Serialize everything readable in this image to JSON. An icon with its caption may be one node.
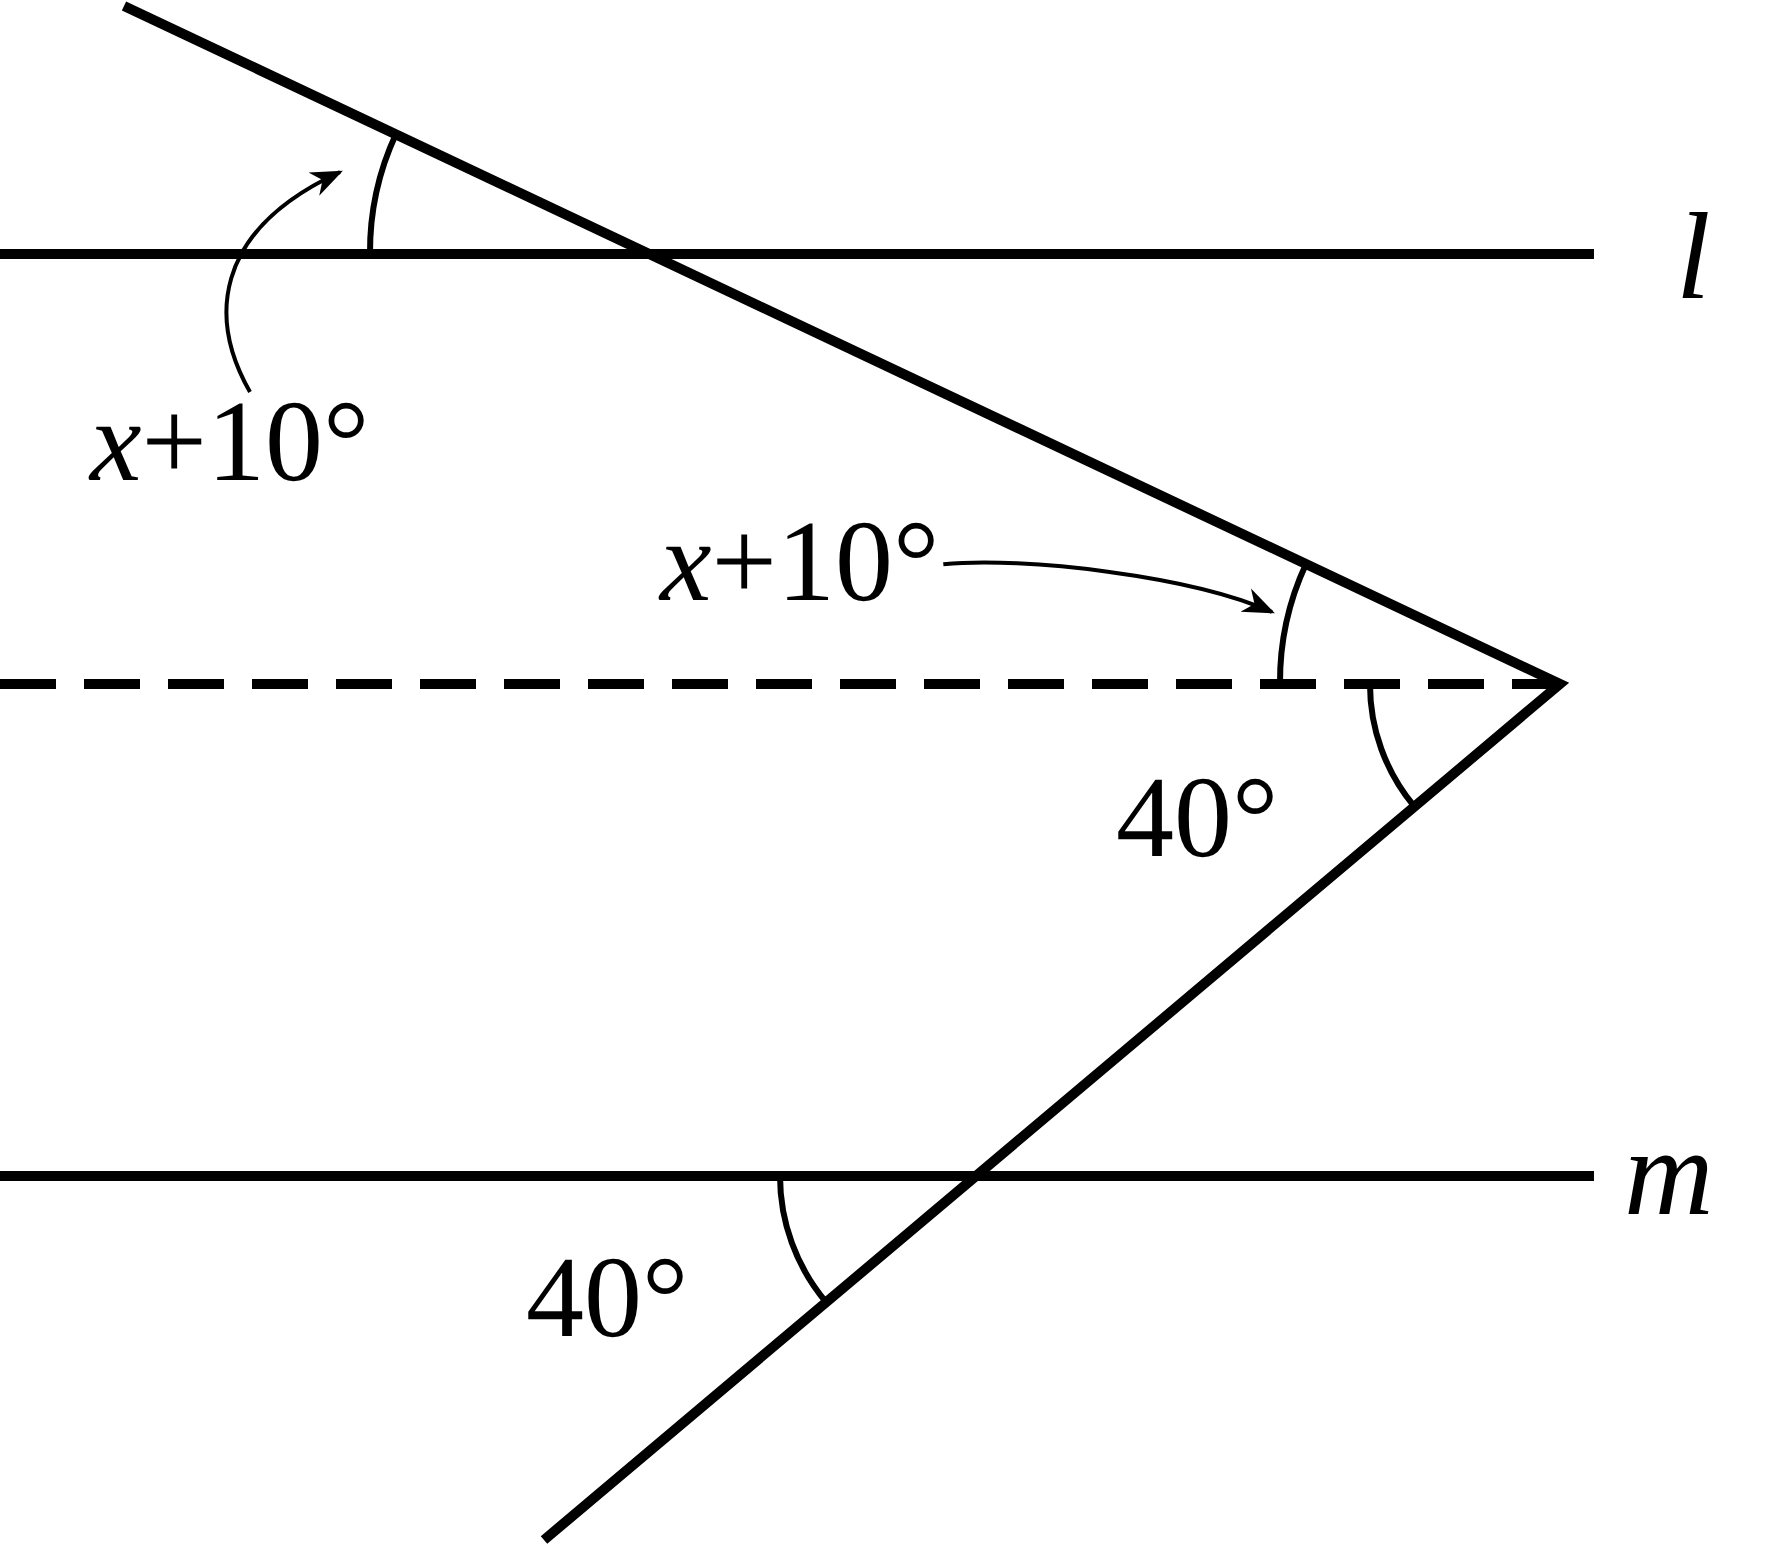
{
  "diagram": {
    "nodes": [
      {
        "text": [
          "*x*+10°"
        ]
      },
      {
        "text": [],
        "shape": "arc"
      },
      {
        "text": [
          "*x*+10°"
        ]
      },
      {
        "text": [],
        "shape": "arc"
      }
    ],
    "edges": [
      {
        "from": 0,
        "to": 1,
        "arrow": "to"
      },
      {
        "from": 2,
        "to": 3,
        "arrow": "to"
      }
    ],
    "labels": [
      "l",
      "40°",
      "m",
      "40°"
    ]
  }
}
